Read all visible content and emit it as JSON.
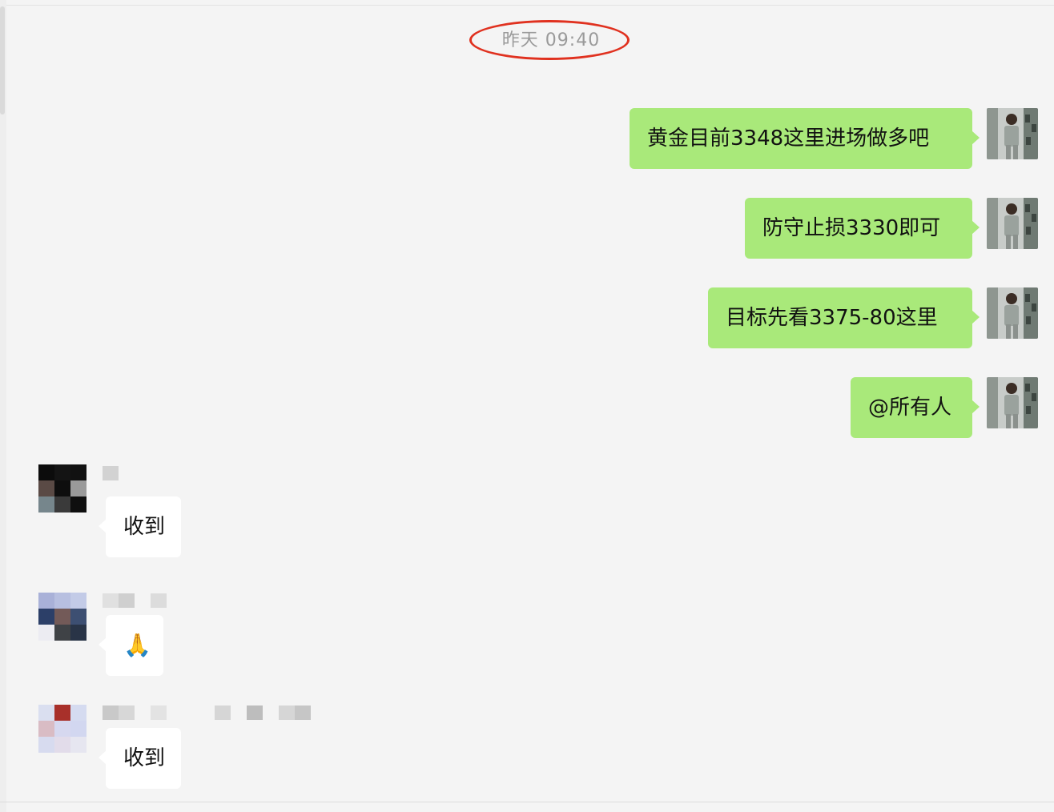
{
  "chat": {
    "timestamp": "昨天 09:40",
    "outgoing": [
      {
        "text": "黄金目前3348这里进场做多吧"
      },
      {
        "text": "防守止损3330即可"
      },
      {
        "text": "目标先看3375-80这里"
      },
      {
        "text": "@所有人"
      }
    ],
    "incoming": [
      {
        "text": "收到"
      },
      {
        "text": "🙏"
      },
      {
        "text": "收到"
      }
    ]
  },
  "icons": {
    "sender_avatar": "avatar-photo-icon",
    "member_avatar": "avatar-mosaic-icon"
  },
  "colors": {
    "outgoing_bubble": "#a9e97a",
    "incoming_bubble": "#ffffff",
    "background": "#f4f4f4",
    "highlight_ring": "#e0311f",
    "timestamp_text": "#9a9a9a"
  }
}
